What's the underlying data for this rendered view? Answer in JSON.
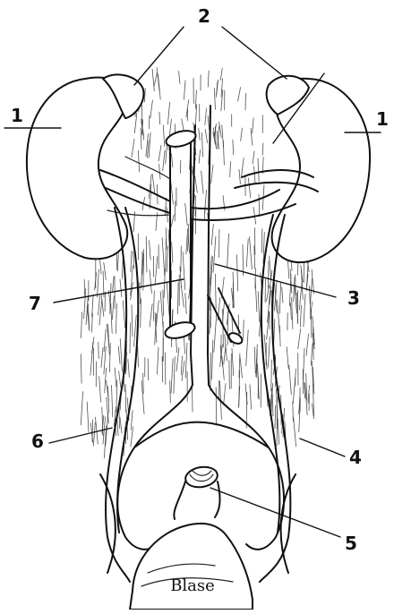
{
  "labels": {
    "kidney": "1",
    "adrenal": "2",
    "aorta_label": "3",
    "ureter_right": "4",
    "rectum": "5",
    "ureter_left": "6",
    "vena_cava": "7",
    "bladder": "Blase"
  },
  "colors": {
    "ink": "#111111",
    "paper": "#ffffff"
  }
}
